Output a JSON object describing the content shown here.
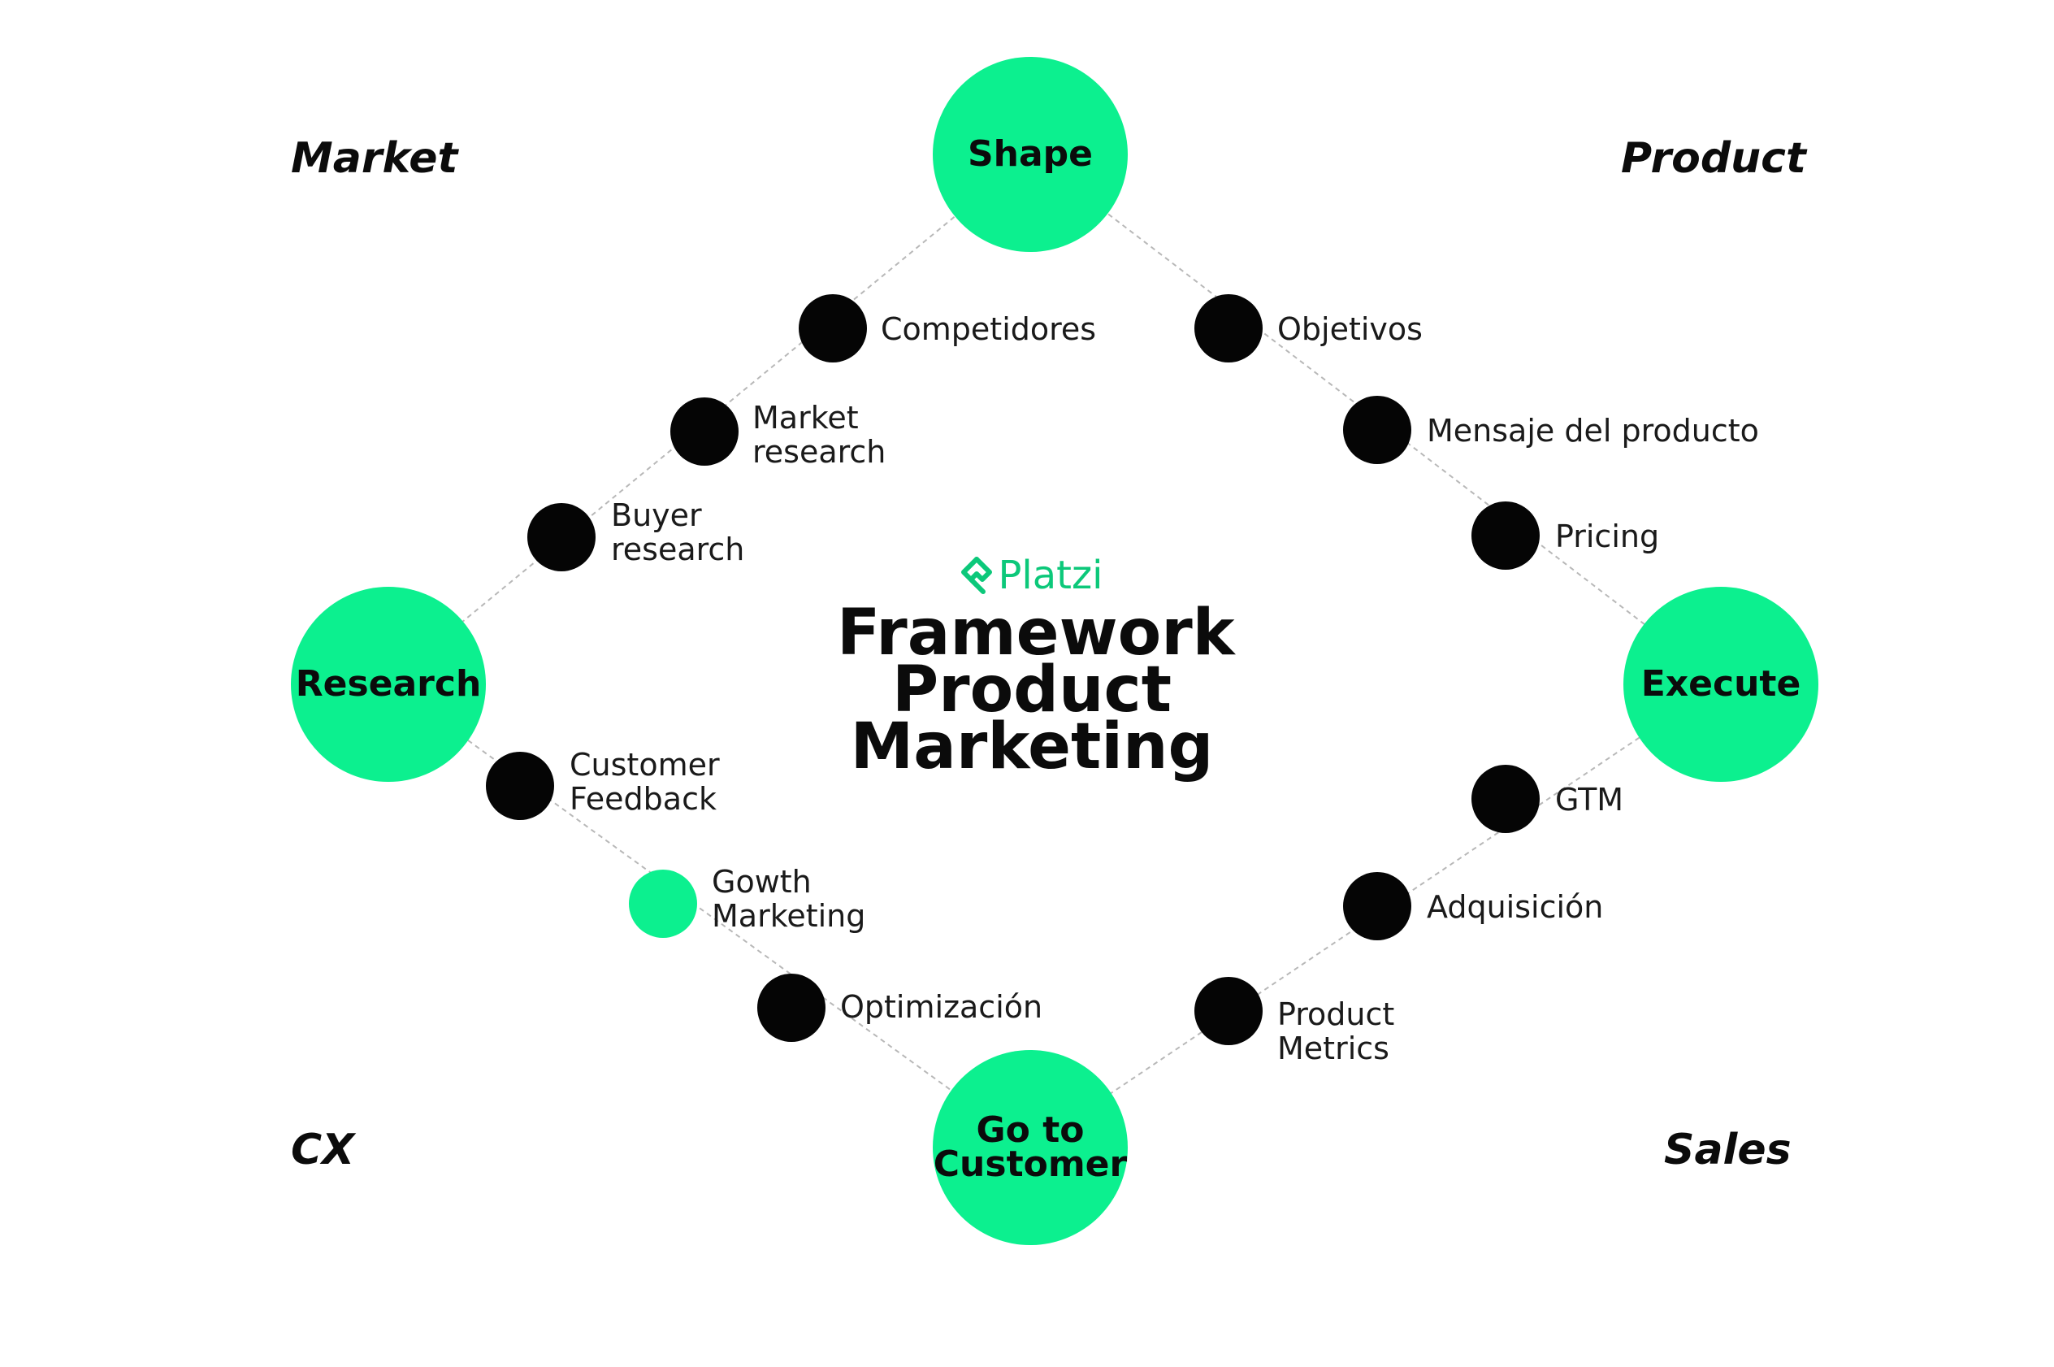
{
  "diagram": {
    "title": "Framework\nProduct\nMarketing",
    "brand": "Platzi",
    "colors": {
      "accent": "#0cf08f",
      "node": "#050505",
      "brand": "#0cc87a",
      "line": "#b8b8b8"
    },
    "corners": {
      "top_left": "Market",
      "top_right": "Product",
      "bottom_left": "CX",
      "bottom_right": "Sales"
    },
    "stages": {
      "shape": "Shape",
      "research": "Research",
      "execute": "Execute",
      "go_to_customer": "Go to\nCustomer"
    },
    "nodes": {
      "competidores": "Competidores",
      "market_research": "Market\nresearch",
      "buyer_research": "Buyer\nresearch",
      "objetivos": "Objetivos",
      "mensaje": "Mensaje del producto",
      "pricing": "Pricing",
      "customer_feedback": "Customer\nFeedback",
      "gowth_marketing": "Gowth\nMarketing",
      "optimizacion": "Optimización",
      "gtm": "GTM",
      "adquisicion": "Adquisición",
      "product_metrics": "Product\nMetrics"
    }
  }
}
